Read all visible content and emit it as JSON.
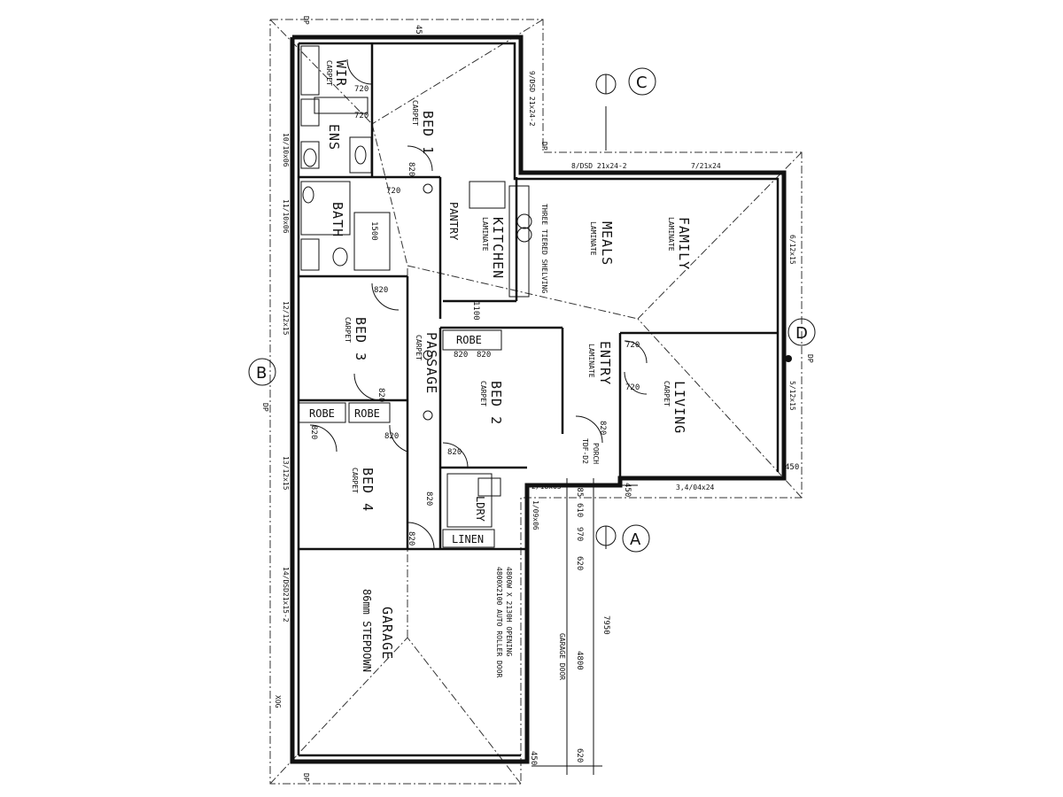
{
  "rooms": {
    "bed1": "BED 1",
    "bed1_floor": "CARPET",
    "wir": "WIR",
    "wir_floor": "CARPET",
    "ens": "ENS",
    "bath": "BATH",
    "kitchen": "KITCHEN",
    "kitchen_floor": "LAMINATE",
    "pantry": "PANTRY",
    "meals": "MEALS",
    "meals_floor": "LAMINATE",
    "family": "FAMILY",
    "family_floor": "LAMINATE",
    "bed3": "BED 3",
    "bed3_floor": "CARPET",
    "passage": "PASSAGE",
    "passage_floor": "CARPET",
    "bed2": "BED 2",
    "bed2_floor": "CARPET",
    "entry": "ENTRY",
    "entry_floor": "LAMINATE",
    "living": "LIVING",
    "living_floor": "CARPET",
    "bed4": "BED 4",
    "bed4_floor": "CARPET",
    "ldry": "LDRY",
    "linen": "LINEN",
    "porch": "PORCH",
    "robe": "ROBE",
    "garage": "GARAGE",
    "garage_sub": "86mm STEPDOWN"
  },
  "notes": {
    "shelving": "THREE TIERED SHELVING",
    "roller_door_1": "4800W X 2130H OPENING",
    "roller_door_2": "4800X2100 AUTO ROLLER DOOR",
    "garage_door": "GARAGE DOOR",
    "tdf": "TDF-D2",
    "bath_size": "1500",
    "dp": "DP",
    "xog": "XOG"
  },
  "windows": {
    "w9": "9/DSD 21x24-2",
    "w8": "8/DSD 21x24-2",
    "w7": "7/21x24",
    "w6": "6/12x15",
    "w5": "5/12x15",
    "w3": "3,4/04x24",
    "w10": "10/10x06",
    "w11": "11/10x06",
    "w12": "12/12x15",
    "w13": "13/12x15",
    "w14": "14/DSD21x15-2",
    "w1": "1/09x06",
    "w2": "2/18x05"
  },
  "dimensions": {
    "d450": "450",
    "d720": "720",
    "d820": "820",
    "d620": "620",
    "d1100": "1100",
    "d970": "970",
    "d610": "610",
    "d485": "485",
    "d4800": "4800",
    "d7950": "7950"
  },
  "grid": {
    "a": "A",
    "b": "B",
    "c": "C",
    "d": "D"
  }
}
